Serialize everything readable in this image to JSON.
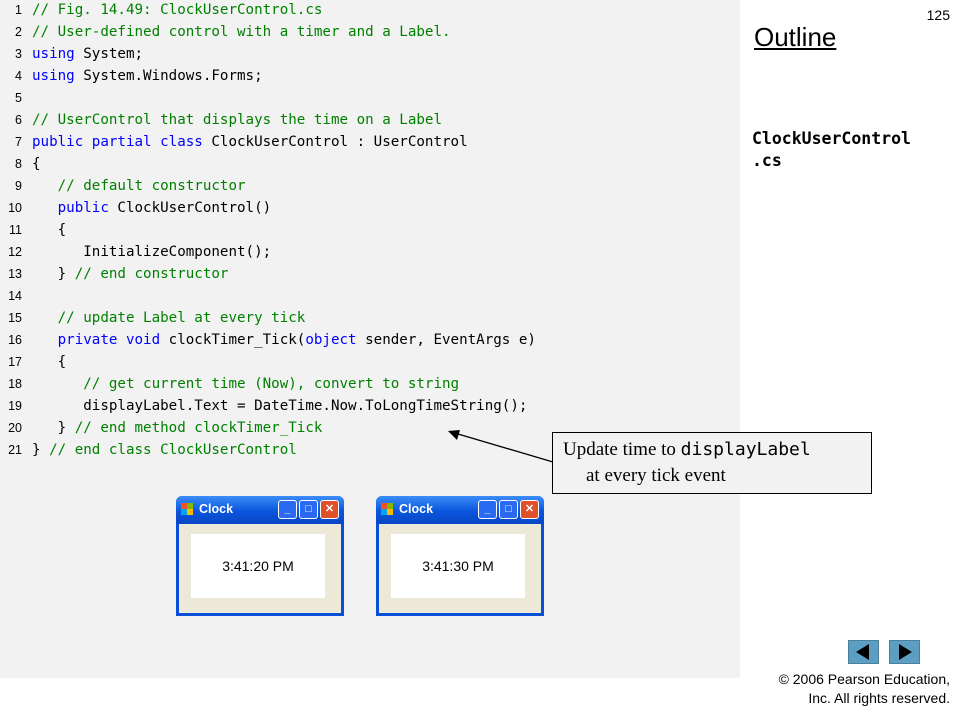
{
  "slide_number": "125",
  "outline_title": "Outline",
  "file_label": "ClockUserControl\n.cs",
  "code_lines": [
    {
      "n": "1",
      "segs": [
        {
          "t": "// Fig. 14.49: ClockUserControl.cs",
          "s": "c"
        }
      ]
    },
    {
      "n": "2",
      "segs": [
        {
          "t": "// User-defined control with a timer and a Label.",
          "s": "c"
        }
      ]
    },
    {
      "n": "3",
      "segs": [
        {
          "t": "using",
          "s": "k"
        },
        {
          "t": " System;",
          "s": "t"
        }
      ]
    },
    {
      "n": "4",
      "segs": [
        {
          "t": "using",
          "s": "k"
        },
        {
          "t": " System.Windows.Forms;",
          "s": "t"
        }
      ]
    },
    {
      "n": "5",
      "segs": []
    },
    {
      "n": "6",
      "segs": [
        {
          "t": "// UserControl that displays the time on a Label",
          "s": "c"
        }
      ]
    },
    {
      "n": "7",
      "segs": [
        {
          "t": "public partial class",
          "s": "k"
        },
        {
          "t": " ClockUserControl : UserControl",
          "s": "t"
        }
      ]
    },
    {
      "n": "8",
      "segs": [
        {
          "t": "{",
          "s": "t"
        }
      ]
    },
    {
      "n": "9",
      "segs": [
        {
          "t": "   ",
          "s": "t"
        },
        {
          "t": "// default constructor",
          "s": "c"
        }
      ]
    },
    {
      "n": "10",
      "segs": [
        {
          "t": "   ",
          "s": "t"
        },
        {
          "t": "public",
          "s": "k"
        },
        {
          "t": " ClockUserControl()",
          "s": "t"
        }
      ]
    },
    {
      "n": "11",
      "segs": [
        {
          "t": "   {",
          "s": "t"
        }
      ]
    },
    {
      "n": "12",
      "segs": [
        {
          "t": "      InitializeComponent();",
          "s": "t"
        }
      ]
    },
    {
      "n": "13",
      "segs": [
        {
          "t": "   } ",
          "s": "t"
        },
        {
          "t": "// end constructor",
          "s": "c"
        }
      ]
    },
    {
      "n": "14",
      "segs": []
    },
    {
      "n": "15",
      "segs": [
        {
          "t": "   ",
          "s": "t"
        },
        {
          "t": "// update Label at every tick",
          "s": "c"
        }
      ]
    },
    {
      "n": "16",
      "segs": [
        {
          "t": "   ",
          "s": "t"
        },
        {
          "t": "private void",
          "s": "k"
        },
        {
          "t": " clockTimer_Tick(",
          "s": "t"
        },
        {
          "t": "object",
          "s": "k"
        },
        {
          "t": " sender, EventArgs e)",
          "s": "t"
        }
      ]
    },
    {
      "n": "17",
      "segs": [
        {
          "t": "   {",
          "s": "t"
        }
      ]
    },
    {
      "n": "18",
      "segs": [
        {
          "t": "      ",
          "s": "t"
        },
        {
          "t": "// get current time (Now), convert to string",
          "s": "c"
        }
      ]
    },
    {
      "n": "19",
      "segs": [
        {
          "t": "      displayLabel.Text = DateTime.Now.ToLongTimeString();",
          "s": "t"
        }
      ]
    },
    {
      "n": "20",
      "segs": [
        {
          "t": "   } ",
          "s": "t"
        },
        {
          "t": "// end method clockTimer_Tick",
          "s": "c"
        }
      ]
    },
    {
      "n": "21",
      "segs": [
        {
          "t": "} ",
          "s": "t"
        },
        {
          "t": "// end class ClockUserControl",
          "s": "c"
        }
      ]
    }
  ],
  "callout": {
    "prefix": "Update time to ",
    "code": "displayLabel",
    "line2": "at every tick event"
  },
  "windows": [
    {
      "title": "Clock",
      "time": "3:41:20 PM"
    },
    {
      "title": "Clock",
      "time": "3:41:30 PM"
    }
  ],
  "window_buttons": {
    "minimize": "_",
    "maximize": "□",
    "close": "✕"
  },
  "nav": {
    "prev_icon": "triangle-left",
    "next_icon": "triangle-right"
  },
  "copyright": {
    "line1": "© 2006 Pearson Education,",
    "line2": "Inc.  All rights reserved."
  },
  "colors": {
    "comment": "#008000",
    "keyword": "#0000ff",
    "code_bg": "#f2f2f2",
    "titlebar": "#0a55dd",
    "nav_button": "#5b9ec1"
  }
}
